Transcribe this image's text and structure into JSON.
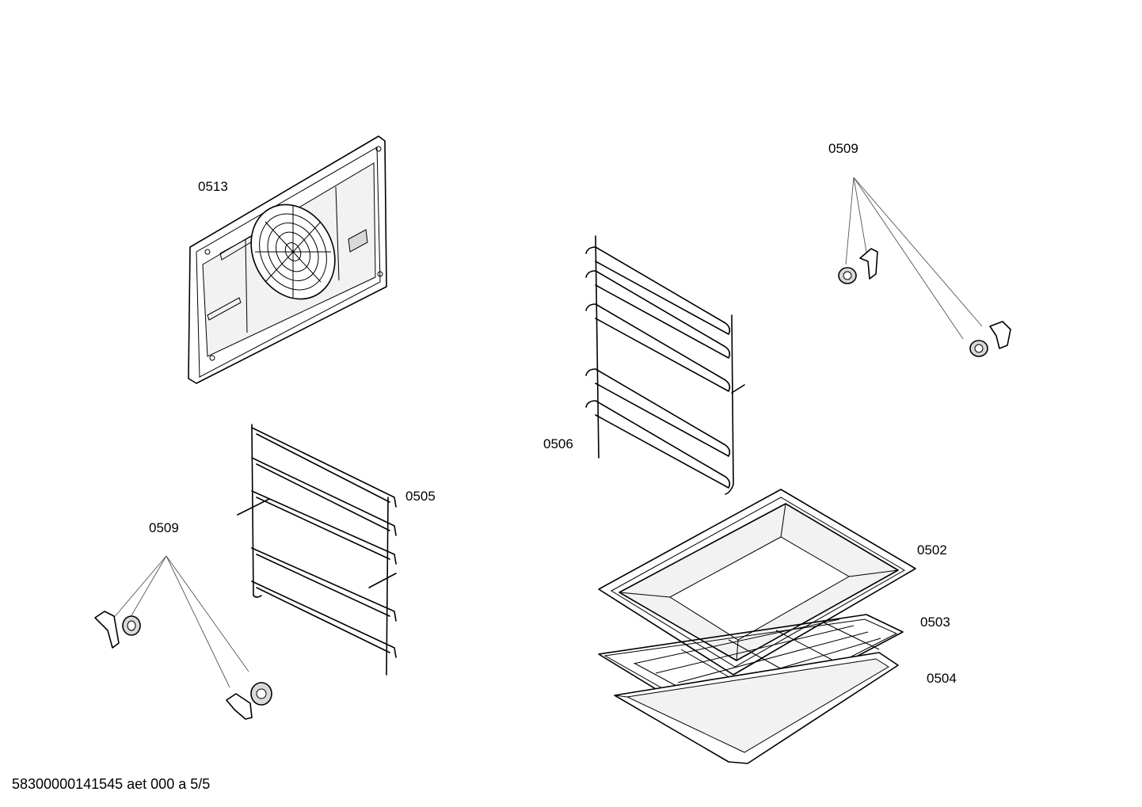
{
  "labels": {
    "back_panel": "0513",
    "clips_top_right": "0509",
    "rail_right": "0506",
    "rail_left": "0505",
    "clips_left": "0509",
    "pan": "0502",
    "grid": "0503",
    "tray": "0504"
  },
  "footer": "58300000141545 aet 000 a 5/5"
}
